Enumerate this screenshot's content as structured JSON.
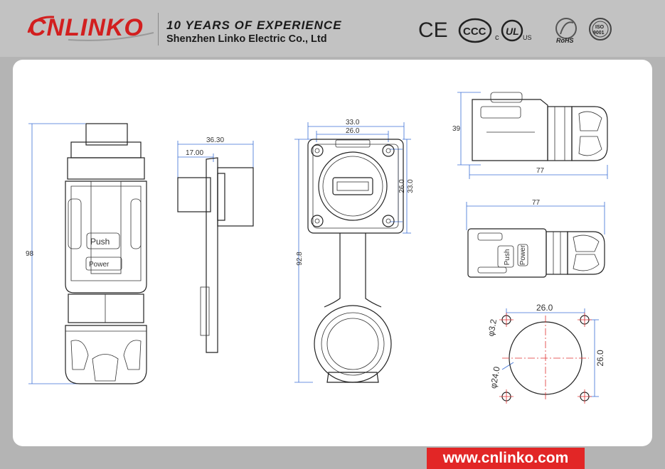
{
  "header": {
    "logo": "CNLINKO",
    "tagline": "10 YEARS OF  EXPERIENCE",
    "company": "Shenzhen Linko Electric Co., Ltd"
  },
  "certifications": {
    "ce": "CE",
    "ccc": "CCC",
    "cul_c": "c",
    "cul_ul": "UL",
    "cul_us": "US",
    "rohs": "RoHS",
    "iso": "ISO",
    "iso_num": "9001"
  },
  "drawing": {
    "front": {
      "height": "98",
      "push": "Push",
      "power": "Power"
    },
    "side": {
      "total": "36.30",
      "part": "17.00"
    },
    "panel": {
      "outer_w": "33.0",
      "inner_w": "26.0",
      "inner_h": "26.0",
      "outer_h": "33.0",
      "total_h": "92.8"
    },
    "top_view": {
      "height": "39",
      "length": "77"
    },
    "plug_view": {
      "length": "77"
    },
    "cutout": {
      "hole_dia": "φ3.2",
      "pitch_x": "26.0",
      "pitch_y": "26.0",
      "center_dia": "φ24.0"
    }
  },
  "footer": {
    "url": "www.cnlinko.com"
  }
}
